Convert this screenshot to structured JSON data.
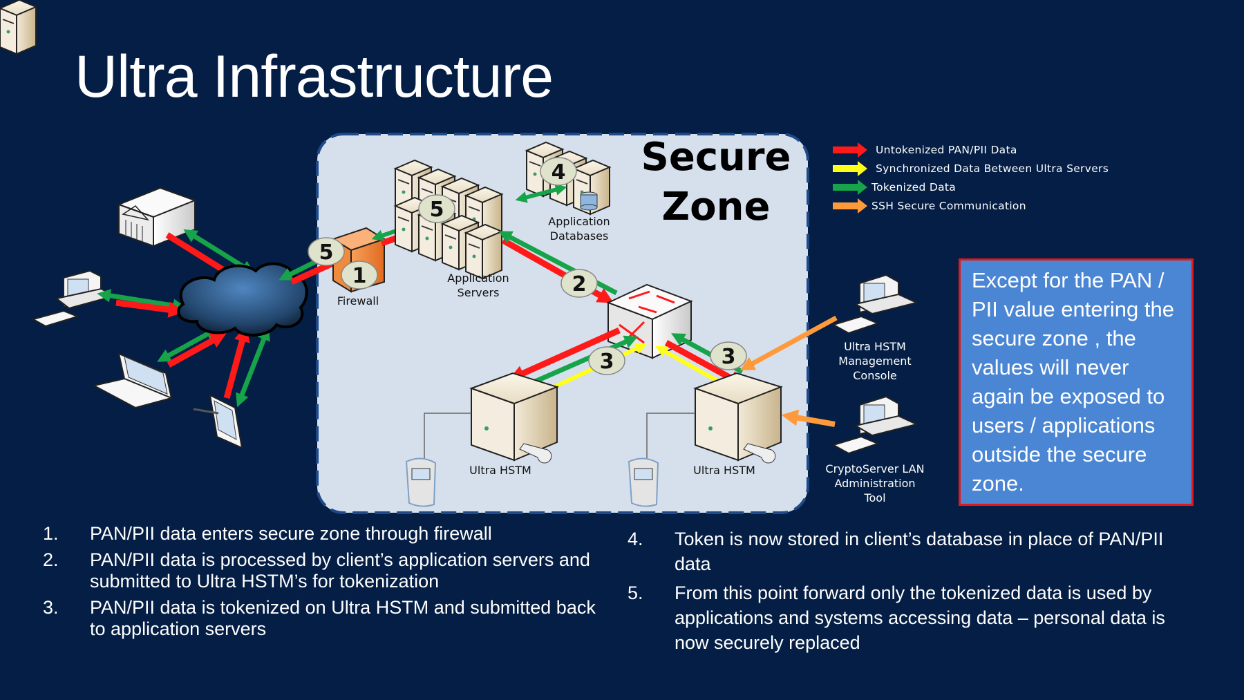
{
  "slide": {
    "title": "Ultra Infrastructure",
    "background_color": "#041e45"
  },
  "colors": {
    "untokenized": "#ff1a1a",
    "synchronized": "#ffff1a",
    "tokenized": "#16a34a",
    "ssh": "#ff9a3a",
    "zone_fill": "#d6e0ec",
    "zone_border": "#1e4a8a",
    "note_fill": "#4a86d4",
    "note_border": "#e01818",
    "badge_fill": "#dfe3cc"
  },
  "legend": [
    {
      "label": "Untokenized PAN/PII Data",
      "color_key": "untokenized",
      "icon": "red-arrow-icon"
    },
    {
      "label": "Synchronized Data Between Ultra Servers",
      "color_key": "synchronized",
      "icon": "yellow-arrow-icon"
    },
    {
      "label": "Tokenized Data",
      "color_key": "tokenized",
      "icon": "green-arrow-icon"
    },
    {
      "label": "SSH Secure Communication",
      "color_key": "ssh",
      "icon": "orange-arrow-icon"
    }
  ],
  "diagram": {
    "zone_title_line1": "Secure",
    "zone_title_line2": "Zone",
    "nodes": {
      "firewall": "Firewall",
      "app_servers_line1": "Application",
      "app_servers_line2": "Servers",
      "app_db_line1": "Application",
      "app_db_line2": "Databases",
      "hstm_left": "Ultra HSTM",
      "hstm_right": "Ultra HSTM",
      "console_line1": "Ultra HSTM",
      "console_line2": "Management",
      "console_line3": "Console",
      "admin_line1": "CryptoServer LAN",
      "admin_line2": "Administration",
      "admin_line3": "Tool"
    },
    "badges": {
      "firewall_step": "1",
      "firewall_return": "5",
      "app_return": "5",
      "app_to_switch": "2",
      "db_step": "4",
      "hstm_left_step": "3",
      "hstm_right_step": "3"
    }
  },
  "note": {
    "text": "Except for the PAN / PII value entering the secure zone , the values will never again be exposed to users / applications outside the secure zone."
  },
  "steps_left": [
    {
      "num": "1.",
      "text": "PAN/PII data enters secure zone through firewall"
    },
    {
      "num": "2.",
      "text": "PAN/PII data is processed by client’s application servers and submitted to Ultra HSTM’s for tokenization"
    },
    {
      "num": "3.",
      "text": "PAN/PII data is tokenized on Ultra HSTM and submitted back to application servers"
    }
  ],
  "steps_right": [
    {
      "num": "4.",
      "text": "Token is now stored in client’s database in place of PAN/PII data"
    },
    {
      "num": "5.",
      "text": "From this point forward only the tokenized data is used by applications and systems accessing data – personal data is now securely replaced"
    }
  ]
}
